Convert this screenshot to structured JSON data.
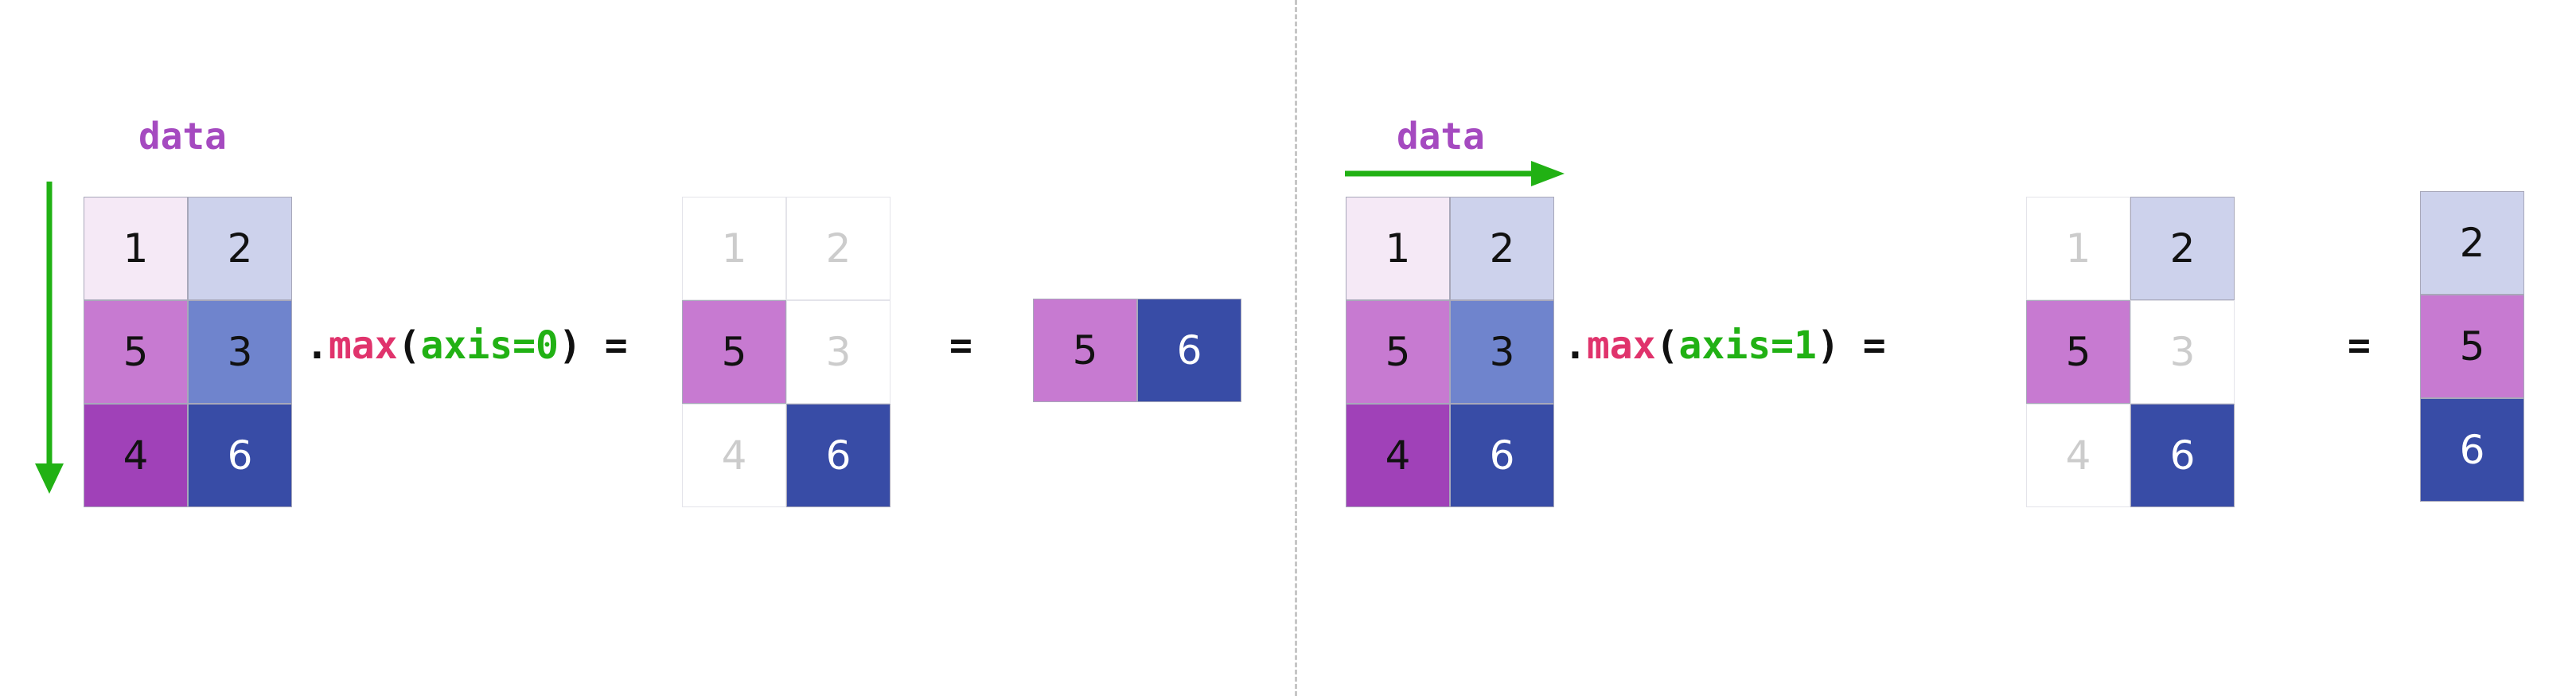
{
  "colors": {
    "v1": "#f5e9f6",
    "v2": "#cdd2ec",
    "v3": "#6f84cd",
    "v4": "#a041b8",
    "v5": "#c77ad1",
    "v6": "#384ca6",
    "faded_bg": "#ffffff",
    "faded_text": "#cccccc",
    "dark_text": "#111111",
    "light_text": "#ffffff",
    "arrow": "#21b114",
    "data_label": "#a54ac0",
    "method": "#e0336c",
    "argument": "#21b114"
  },
  "left": {
    "data_label": "data",
    "arrow_icon": "arrow-down-icon",
    "input": [
      [
        {
          "v": "1",
          "c": "v1",
          "t": "dark"
        },
        {
          "v": "2",
          "c": "v2",
          "t": "dark"
        }
      ],
      [
        {
          "v": "5",
          "c": "v5",
          "t": "dark"
        },
        {
          "v": "3",
          "c": "v3",
          "t": "dark"
        }
      ],
      [
        {
          "v": "4",
          "c": "v4",
          "t": "dark"
        },
        {
          "v": "6",
          "c": "v6",
          "t": "light"
        }
      ]
    ],
    "expr": {
      "dot": ".",
      "method": "max",
      "open": "(",
      "arg": "axis=0",
      "close": ")",
      "eq": "="
    },
    "highlight": [
      [
        {
          "v": "1",
          "c": "faded",
          "t": "faded"
        },
        {
          "v": "2",
          "c": "faded",
          "t": "faded"
        }
      ],
      [
        {
          "v": "5",
          "c": "v5",
          "t": "dark"
        },
        {
          "v": "3",
          "c": "faded",
          "t": "faded"
        }
      ],
      [
        {
          "v": "4",
          "c": "faded",
          "t": "faded"
        },
        {
          "v": "6",
          "c": "v6",
          "t": "light"
        }
      ]
    ],
    "eq2": "=",
    "result": [
      [
        {
          "v": "5",
          "c": "v5",
          "t": "dark"
        },
        {
          "v": "6",
          "c": "v6",
          "t": "light"
        }
      ]
    ]
  },
  "right": {
    "data_label": "data",
    "arrow_icon": "arrow-right-icon",
    "input": [
      [
        {
          "v": "1",
          "c": "v1",
          "t": "dark"
        },
        {
          "v": "2",
          "c": "v2",
          "t": "dark"
        }
      ],
      [
        {
          "v": "5",
          "c": "v5",
          "t": "dark"
        },
        {
          "v": "3",
          "c": "v3",
          "t": "dark"
        }
      ],
      [
        {
          "v": "4",
          "c": "v4",
          "t": "dark"
        },
        {
          "v": "6",
          "c": "v6",
          "t": "light"
        }
      ]
    ],
    "expr": {
      "dot": ".",
      "method": "max",
      "open": "(",
      "arg": "axis=1",
      "close": ")",
      "eq": "="
    },
    "highlight": [
      [
        {
          "v": "1",
          "c": "faded",
          "t": "faded"
        },
        {
          "v": "2",
          "c": "v2",
          "t": "dark"
        }
      ],
      [
        {
          "v": "5",
          "c": "v5",
          "t": "dark"
        },
        {
          "v": "3",
          "c": "faded",
          "t": "faded"
        }
      ],
      [
        {
          "v": "4",
          "c": "faded",
          "t": "faded"
        },
        {
          "v": "6",
          "c": "v6",
          "t": "light"
        }
      ]
    ],
    "eq2": "=",
    "result": [
      [
        {
          "v": "2",
          "c": "v2",
          "t": "dark"
        }
      ],
      [
        {
          "v": "5",
          "c": "v5",
          "t": "dark"
        }
      ],
      [
        {
          "v": "6",
          "c": "v6",
          "t": "light"
        }
      ]
    ]
  }
}
